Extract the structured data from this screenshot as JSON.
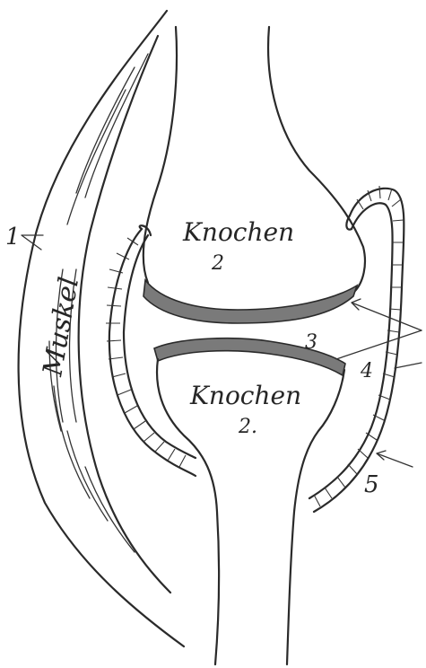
{
  "diagram": {
    "colors": {
      "ink": "#2a2a2a",
      "cartilage": "#7a7a7a",
      "paper": "#ffffff"
    },
    "labels": {
      "muscle": "Muskel",
      "bone_upper": "Knochen",
      "bone_upper_num": "2",
      "bone_lower": "Knochen",
      "bone_lower_num": "2.",
      "num1": "1",
      "num3": "3",
      "num4": "4",
      "num5": "5"
    }
  }
}
